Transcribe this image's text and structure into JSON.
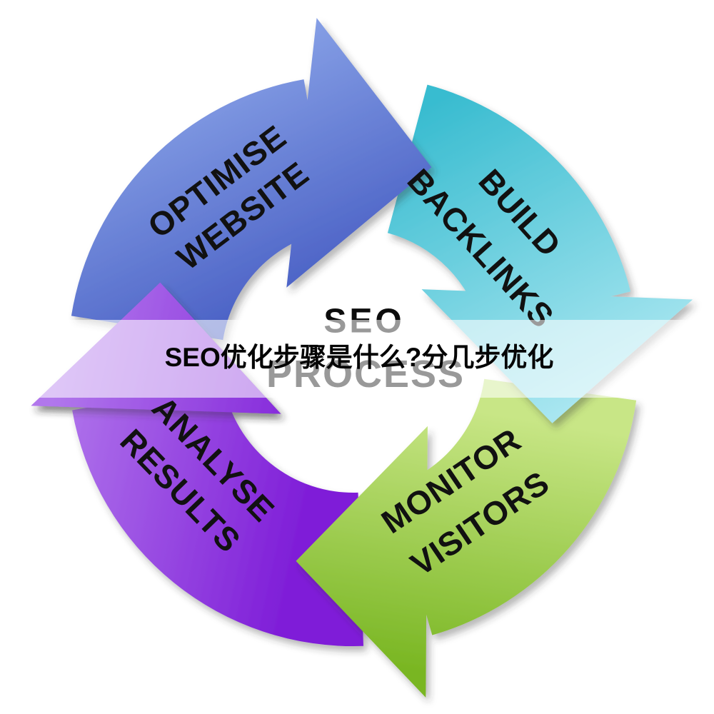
{
  "title": {
    "text": "SEO优化步骤是什么?分几步优化"
  },
  "center": {
    "line1": "SEO",
    "line2": "PROCESS"
  },
  "arrows": [
    {
      "id": "optimise-website",
      "line1": "OPTIMISE",
      "line2": "WEBSITE",
      "grad_from": "#8CA6E9",
      "grad_to": "#4157C0"
    },
    {
      "id": "build-backlinks",
      "line1": "BUILD",
      "line2": "BACKLINKS",
      "grad_from": "#39BCD0",
      "grad_to": "#A8E6F0"
    },
    {
      "id": "monitor-visitors",
      "line1": "MONITOR",
      "line2": "VISITORS",
      "grad_from": "#C8E686",
      "grad_to": "#79B622"
    },
    {
      "id": "analyse-results",
      "line1": "ANALYSE",
      "line2": "RESULTS",
      "grad_from": "#B177EC",
      "grad_to": "#7F1ED8"
    }
  ],
  "overlay": {
    "band_color": "rgba(255,255,255,0.58)"
  },
  "colors": {
    "label_text": "#111111",
    "headline_text": "#050505",
    "background": "#FFFFFF",
    "shadow": "#333333"
  }
}
